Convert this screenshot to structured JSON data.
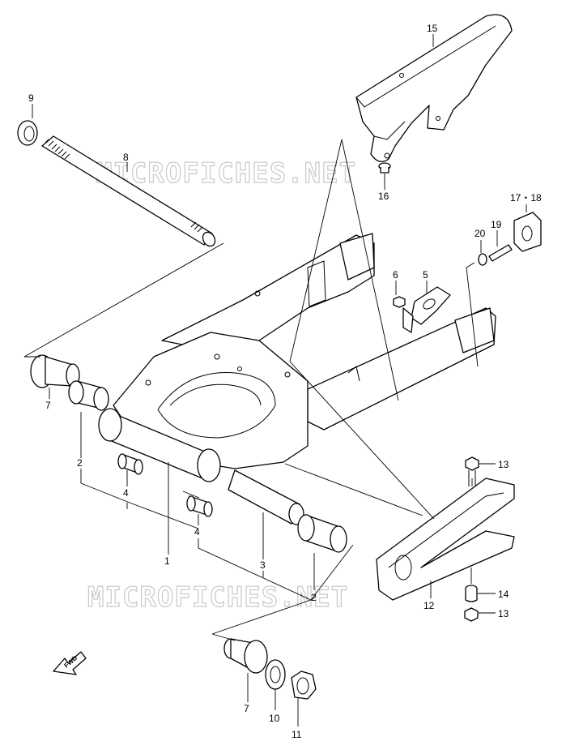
{
  "watermark": "MICROFICHES.NET",
  "fwd_label": "FWD",
  "callouts": {
    "c1": "1",
    "c2a": "2",
    "c2b": "2",
    "c3": "3",
    "c4a": "4",
    "c4b": "4",
    "c5": "5",
    "c6": "6",
    "c7a": "7",
    "c7b": "7",
    "c8": "8",
    "c9": "9",
    "c10": "10",
    "c11": "11",
    "c12": "12",
    "c13a": "13",
    "c13b": "13",
    "c14": "14",
    "c15": "15",
    "c16": "16",
    "c17_18": "17・18",
    "c19": "19",
    "c20": "20"
  }
}
